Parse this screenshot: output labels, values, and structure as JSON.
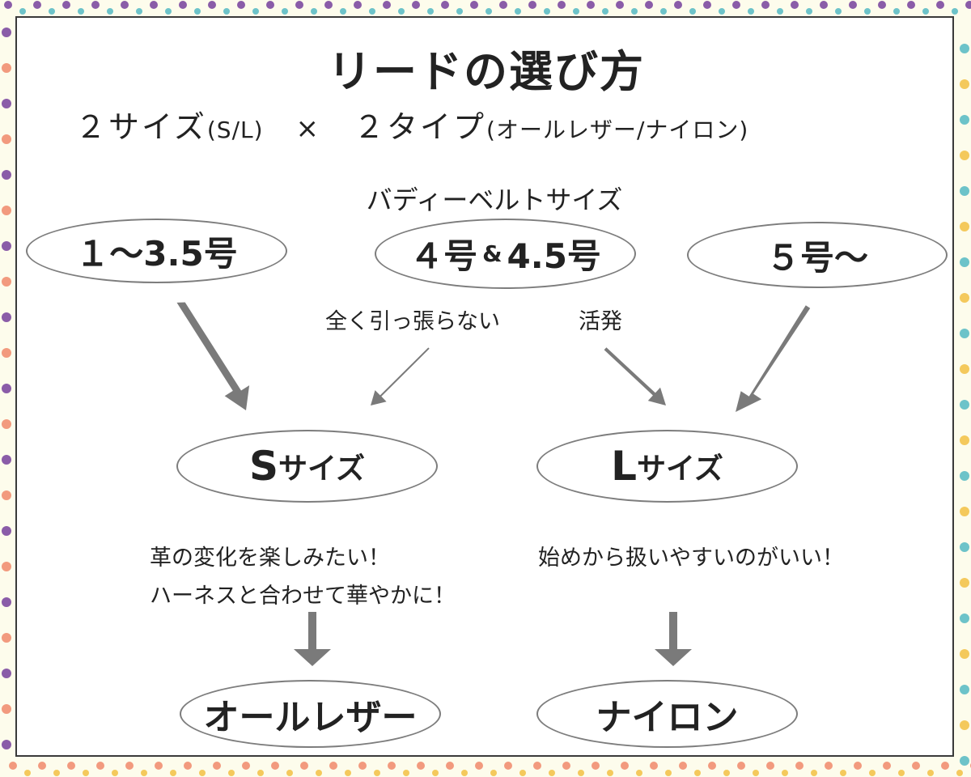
{
  "title": "リードの選び方",
  "subtitle": {
    "part1": "２サイズ",
    "part1_paren": "(S/L)",
    "times": "×",
    "part2": "２タイプ",
    "part2_paren": "(オールレザー/ナイロン)"
  },
  "belt_label": "バディーベルトサイズ",
  "belt_sizes": {
    "small": "１～3.5号",
    "medium_a": "４号",
    "medium_amp": "&",
    "medium_b": "4.5号",
    "large": "５号～"
  },
  "conditions": {
    "gentle": "全く引っ張らない",
    "active": "活発"
  },
  "lead_sizes": {
    "s_letter": "S",
    "s_suffix": "サイズ",
    "l_letter": "L",
    "l_suffix": "サイズ"
  },
  "preferences": {
    "leather_line1": "革の変化を楽しみたい！",
    "leather_line2": "ハーネスと合わせて華やかに！",
    "nylon_line1": "始めから扱いやすいのがいい！"
  },
  "lead_types": {
    "leather": "オールレザー",
    "nylon": "ナイロン"
  },
  "colors": {
    "background": "#fdfcec",
    "arrow": "#7a7a7a",
    "oval_border": "#7d7d7d",
    "text": "#222222"
  }
}
